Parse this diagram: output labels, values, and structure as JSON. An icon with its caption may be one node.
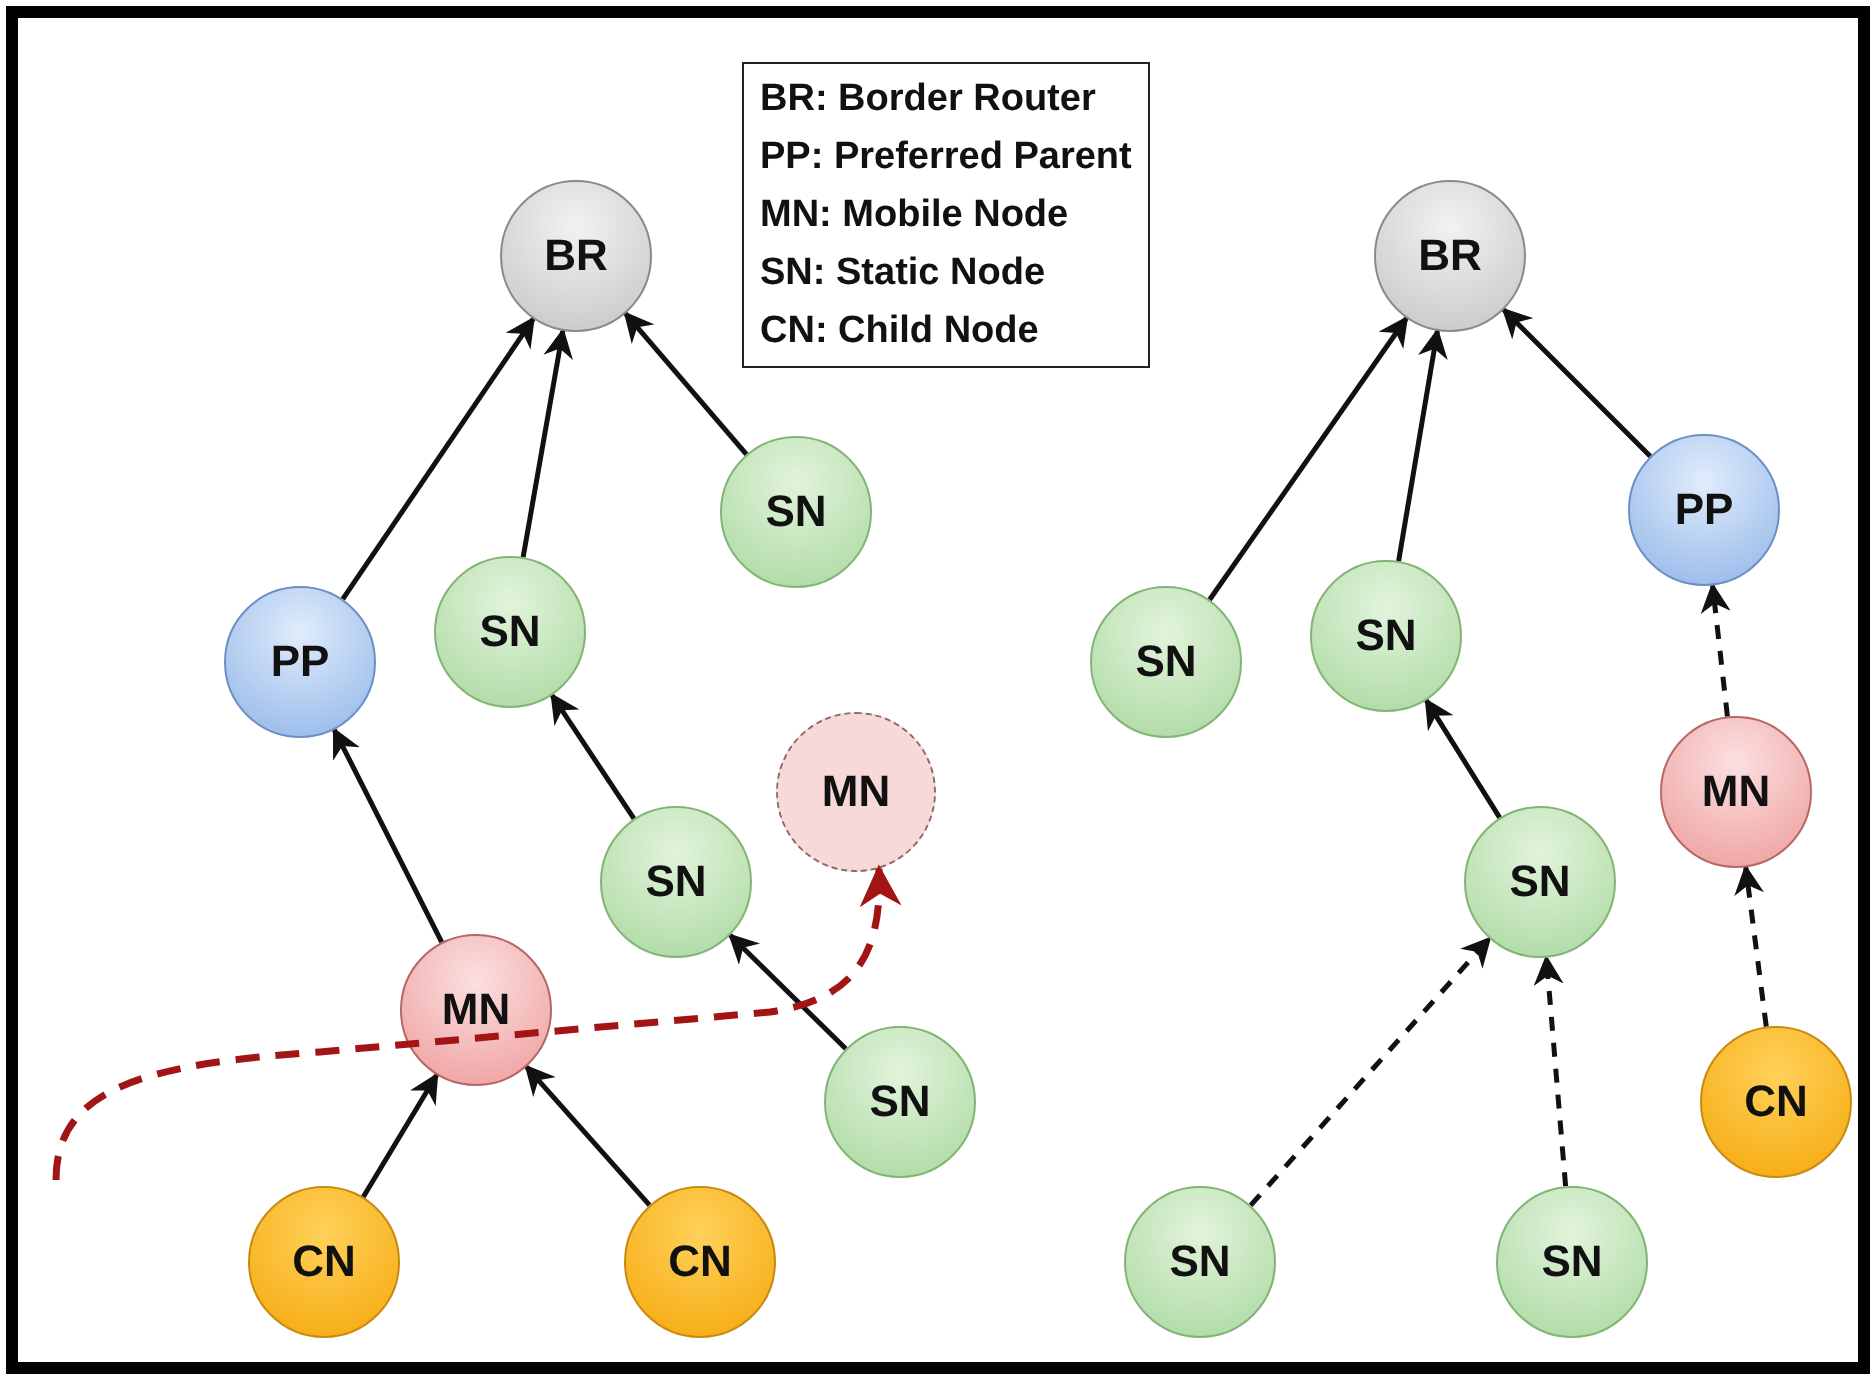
{
  "diagram": {
    "nodes": [
      {
        "text": [
          "BR"
        ]
      },
      {
        "text": [
          "SN"
        ]
      },
      {
        "text": [
          "PP"
        ]
      },
      {
        "text": [
          "SN"
        ]
      },
      {
        "text": [
          "MN"
        ]
      },
      {
        "text": [
          "SN"
        ]
      },
      {
        "text": [
          "MN"
        ]
      },
      {
        "text": [
          "SN"
        ]
      },
      {
        "text": [
          "CN"
        ]
      },
      {
        "text": [
          "CN"
        ]
      },
      {
        "text": [
          "BR"
        ]
      },
      {
        "text": [
          "PP"
        ]
      },
      {
        "text": [
          "SN"
        ]
      },
      {
        "text": [
          "SN"
        ]
      },
      {
        "text": [
          "MN"
        ]
      },
      {
        "text": [
          "SN"
        ]
      },
      {
        "text": [
          "CN"
        ]
      },
      {
        "text": [
          "SN"
        ]
      },
      {
        "text": [
          "SN"
        ]
      },
      {
        "text": [
          "BR: Border Router",
          "PP: Preferred Parent",
          "MN: Mobile Node",
          "SN: Static Node",
          "CN: Child Node"
        ]
      }
    ],
    "edges": [
      {
        "from": 2,
        "to": 0,
        "arrow": "to"
      },
      {
        "from": 3,
        "to": 0,
        "arrow": "to"
      },
      {
        "from": 1,
        "to": 0,
        "arrow": "to"
      },
      {
        "from": 6,
        "to": 2,
        "arrow": "to"
      },
      {
        "from": 5,
        "to": 3,
        "arrow": "to"
      },
      {
        "from": 7,
        "to": 5,
        "arrow": "to"
      },
      {
        "from": 8,
        "to": 6,
        "arrow": "to"
      },
      {
        "from": 9,
        "to": 6,
        "arrow": "to"
      },
      {
        "from": null,
        "to": 4,
        "arrow": "to",
        "style": "dashed",
        "color": "#a31515"
      },
      {
        "from": 12,
        "to": 10,
        "arrow": "to"
      },
      {
        "from": 13,
        "to": 10,
        "arrow": "to"
      },
      {
        "from": 11,
        "to": 10,
        "arrow": "to"
      },
      {
        "from": 14,
        "to": 11,
        "arrow": "to",
        "style": "dashed"
      },
      {
        "from": 15,
        "to": 13,
        "arrow": "to"
      },
      {
        "from": 17,
        "to": 15,
        "arrow": "to",
        "style": "dashed"
      },
      {
        "from": 18,
        "to": 15,
        "arrow": "to",
        "style": "dashed"
      },
      {
        "from": 16,
        "to": 14,
        "arrow": "to",
        "style": "dashed"
      }
    ]
  }
}
